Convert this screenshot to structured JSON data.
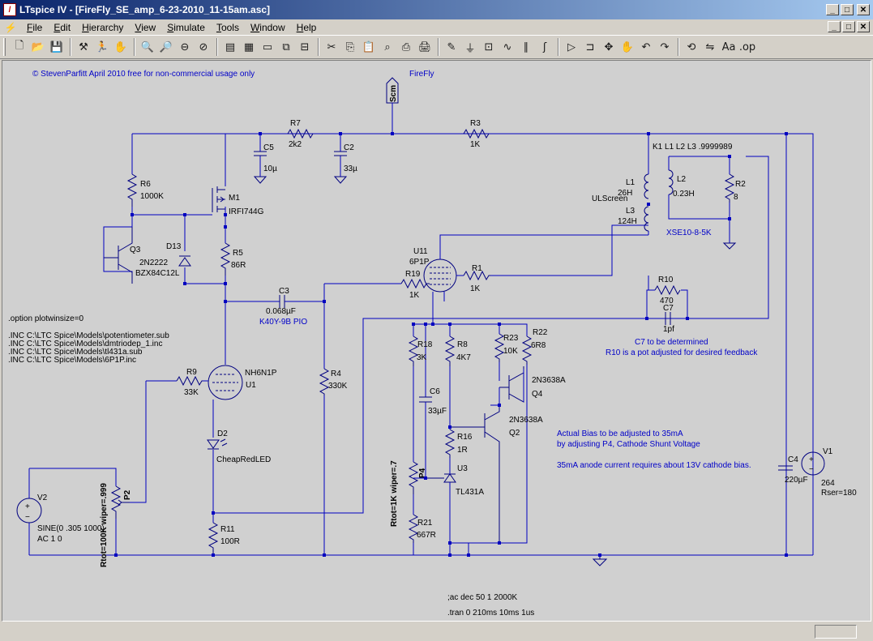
{
  "window": {
    "app_name": "LTspice IV",
    "title": "LTspice IV - [FireFly_SE_amp_6-23-2010_11-15am.asc]",
    "minimize": "_",
    "maximize": "□",
    "close": "✕"
  },
  "menu": [
    {
      "key": "F",
      "rest": "ile"
    },
    {
      "key": "E",
      "rest": "dit"
    },
    {
      "key": "H",
      "rest": "ierarchy"
    },
    {
      "key": "V",
      "rest": "iew"
    },
    {
      "key": "S",
      "rest": "imulate"
    },
    {
      "key": "T",
      "rest": "ools"
    },
    {
      "key": "W",
      "rest": "indow"
    },
    {
      "key": "H",
      "rest": "elp"
    }
  ],
  "toolbar_icons": [
    "new-schematic-icon",
    "open-icon",
    "save-icon",
    "control-panel-icon",
    "run-icon",
    "halt-icon",
    "zoom-in-icon",
    "zoom-out-icon",
    "zoom-fit-icon",
    "cancel-zoom-icon",
    "autorange-icon",
    "grid-icon",
    "tile-horizontal-icon",
    "cascade-icon",
    "close-all-icon",
    "cut-icon",
    "copy-icon",
    "paste-icon",
    "find-icon",
    "print-setup-icon",
    "print-icon",
    "wire-icon",
    "ground-icon",
    "label-icon",
    "resistor-icon",
    "capacitor-icon",
    "inductor-icon",
    "diode-icon",
    "component-icon",
    "move-icon",
    "drag-icon",
    "undo-icon",
    "redo-icon",
    "rotate-icon",
    "mirror-icon",
    "text-icon",
    "spice-directive-icon"
  ],
  "toolbar_glyphs": [
    "🗋",
    "📂",
    "💾",
    "⚒",
    "🏃",
    "✋",
    "🔍",
    "🔎",
    "⊖",
    "⊘",
    "▤",
    "▦",
    "▭",
    "⧉",
    "⊟",
    "✂",
    "⎘",
    "📋",
    "⌕",
    "⎙",
    "🖨",
    "✎",
    "⏚",
    "⊡",
    "∿",
    "∥",
    "ʃ",
    "▷",
    "⊐",
    "✥",
    "✋",
    "↶",
    "↷",
    "⟲",
    "⇋",
    "Aa",
    ".op"
  ],
  "schematic": {
    "copyright": "© StevenParfitt April 2010 free for non-commercial usage only",
    "net_scm": "Scm",
    "net_firefly": "FireFly",
    "directives": [
      ".option plotwinsize=0",
      ".INC C:\\LTC Spice\\Models\\potentiometer.sub",
      ".INC C:\\LTC Spice\\Models\\dmtriodep_1.inc",
      ".INC C:\\LTC Spice\\Models\\tl431a.sub",
      ".INC C:\\LTC Spice\\Models\\6P1P.inc"
    ],
    "ac_directive": ";ac dec 50 1 2000K",
    "tran_directive": ".tran 0 210ms 10ms 1us",
    "coupling": "K1 L1 L2 L3 .9999989",
    "transformer_model": "XSE10-8-5K",
    "cap_note": "K40Y-9B PIO",
    "note_c7": "C7 to be determined",
    "note_r10": "R10 is a pot adjusted for desired feedback",
    "note_bias1": "Actual Bias to be adjusted to 35mA",
    "note_bias2": "by adjusting P4, Cathode Shunt Voltage",
    "note_bias3": "35mA anode current requires about 13V cathode bias.",
    "labels": {
      "R7": "R7",
      "R7v": "2k2",
      "R3": "R3",
      "R3v": "1K",
      "C5": "C5",
      "C5v": "10µ",
      "C2": "C2",
      "C2v": "33µ",
      "R6": "R6",
      "R6v": "1000K",
      "M1": "M1",
      "M1v": "IRFI744G",
      "Q3": "Q3",
      "Q3v": "2N2222",
      "D13": "D13",
      "D13v": "BZX84C12L",
      "R5": "R5",
      "R5v": "86R",
      "C3": "C3",
      "C3v": "0.068µF",
      "U11": "U11",
      "U11v": "6P1P",
      "R19": "R19",
      "R19v": "1K",
      "R1": "R1",
      "R1v": "1K",
      "L1": "L1",
      "L1v": "26H",
      "L3": "L3",
      "L3v": "124H",
      "L2": "L2",
      "L2v": "0.23H",
      "R2": "R2",
      "R2v": "8",
      "ULScreen": "ULScreen",
      "R10": "R10",
      "R10v": "470",
      "C7": "C7",
      "C7v": "1pf",
      "U1": "U1",
      "U1v": "NH6N1P",
      "R9": "R9",
      "R9v": "33K",
      "R4": "R4",
      "R4v": "330K",
      "D2": "D2",
      "D2v": "CheapRedLED",
      "R11": "R11",
      "R11v": "100R",
      "V2": "V2",
      "V2v1": "SINE(0 .305 1000)",
      "V2v2": "AC 1 0",
      "P2": "P2",
      "P2v": "Rtot=100K wiper=.999",
      "R18": "R18",
      "R18v": "3K",
      "R8": "R8",
      "R8v": "4K7",
      "R23": "R23",
      "R23v": "10K",
      "R22": "R22",
      "R22v": "6R8",
      "C6": "C6",
      "C6v": "33µF",
      "R16": "R16",
      "R16v": "1R",
      "U3": "U3",
      "U3v": "TL431A",
      "Q4": "Q4",
      "Q4v": "2N3638A",
      "Q2": "Q2",
      "Q2v": "2N3638A",
      "P4": "P4",
      "P4v": "Rtot=1K wiper=.7",
      "R21": "R21",
      "R21v": "667R",
      "C4": "C4",
      "C4v": "220µF",
      "V1": "V1",
      "V1v": "264",
      "V1v2": "Rser=180"
    }
  }
}
